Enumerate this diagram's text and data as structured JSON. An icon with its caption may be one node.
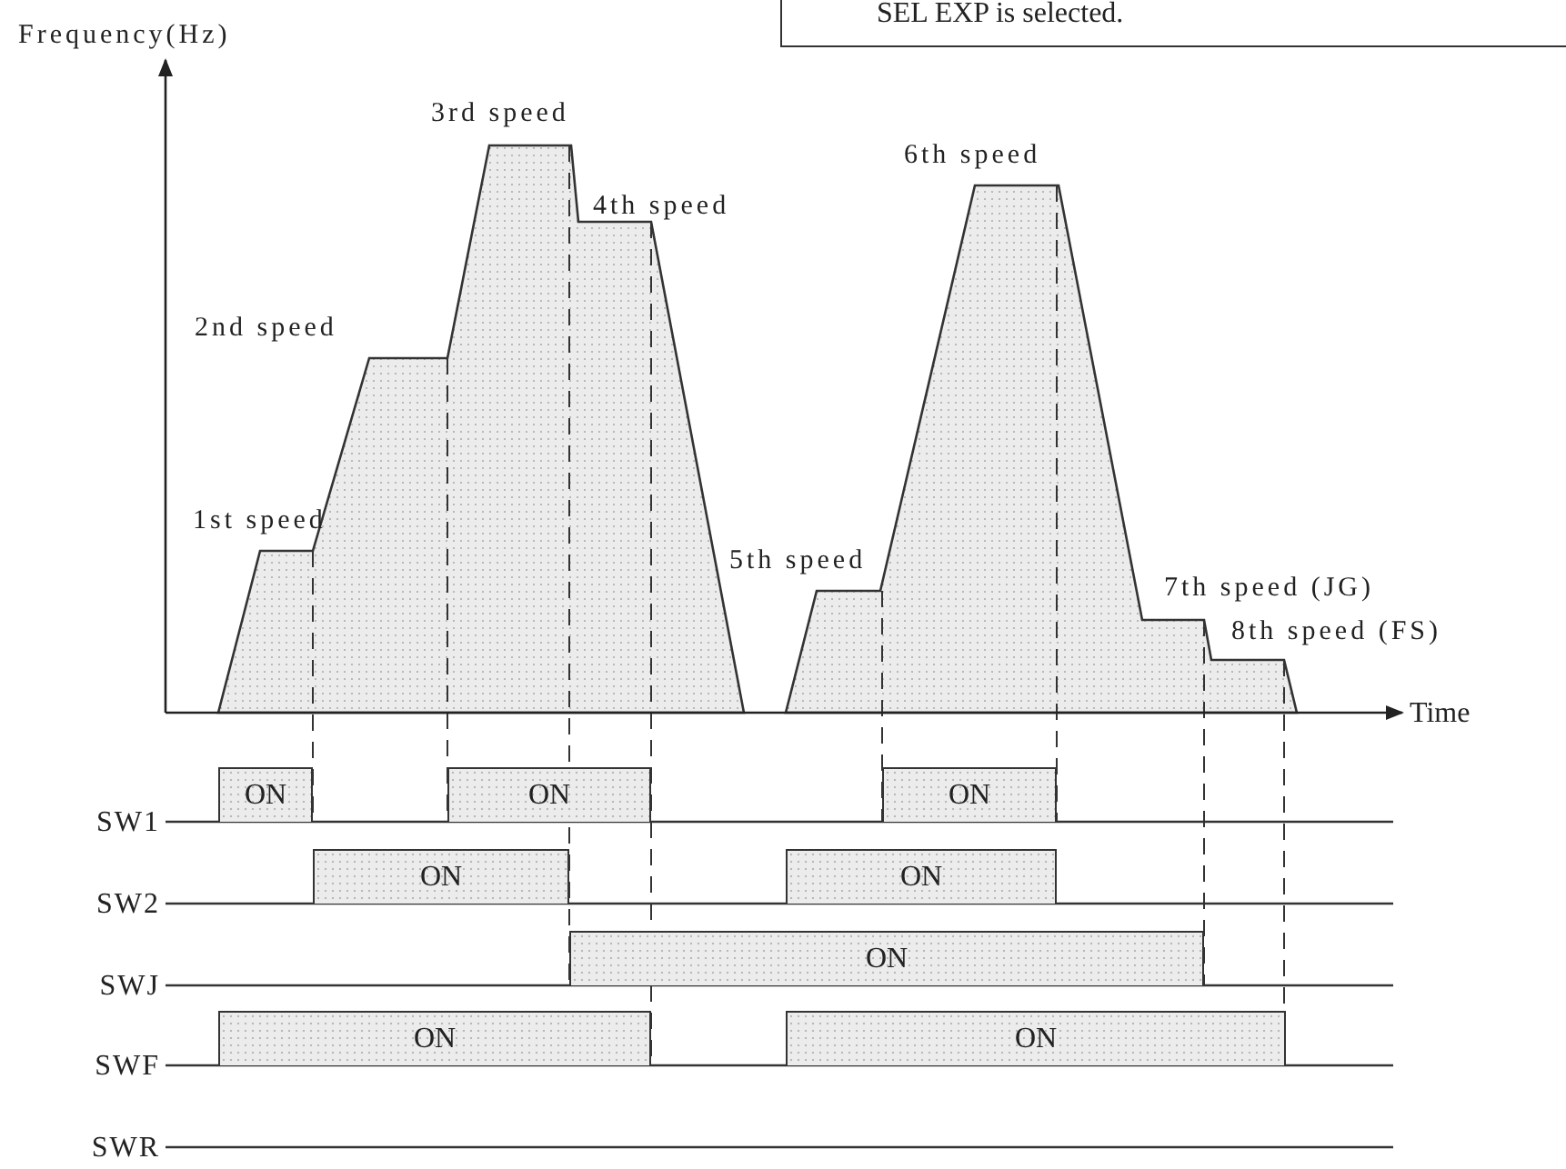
{
  "diagram": {
    "nodes": [
      {
        "text": [
          "SEL EXP is selected."
        ]
      },
      {
        "text": [
          "ON"
        ]
      },
      {
        "text": [
          "ON"
        ]
      },
      {
        "text": [
          "ON"
        ]
      },
      {
        "text": [
          "ON"
        ]
      },
      {
        "text": [
          "ON"
        ]
      },
      {
        "text": [
          "ON"
        ]
      },
      {
        "text": [
          "ON"
        ]
      },
      {
        "text": [
          "ON"
        ]
      }
    ],
    "labels": [
      "Frequency(Hz)",
      "3rd speed",
      "6th speed",
      "4th speed",
      "2nd speed",
      "1st speed",
      "5th speed",
      "7th speed (JG)",
      "8th speed (FS)",
      "Time",
      "SW1",
      "SW2",
      "SWJ",
      "SWF",
      "SWR"
    ]
  }
}
